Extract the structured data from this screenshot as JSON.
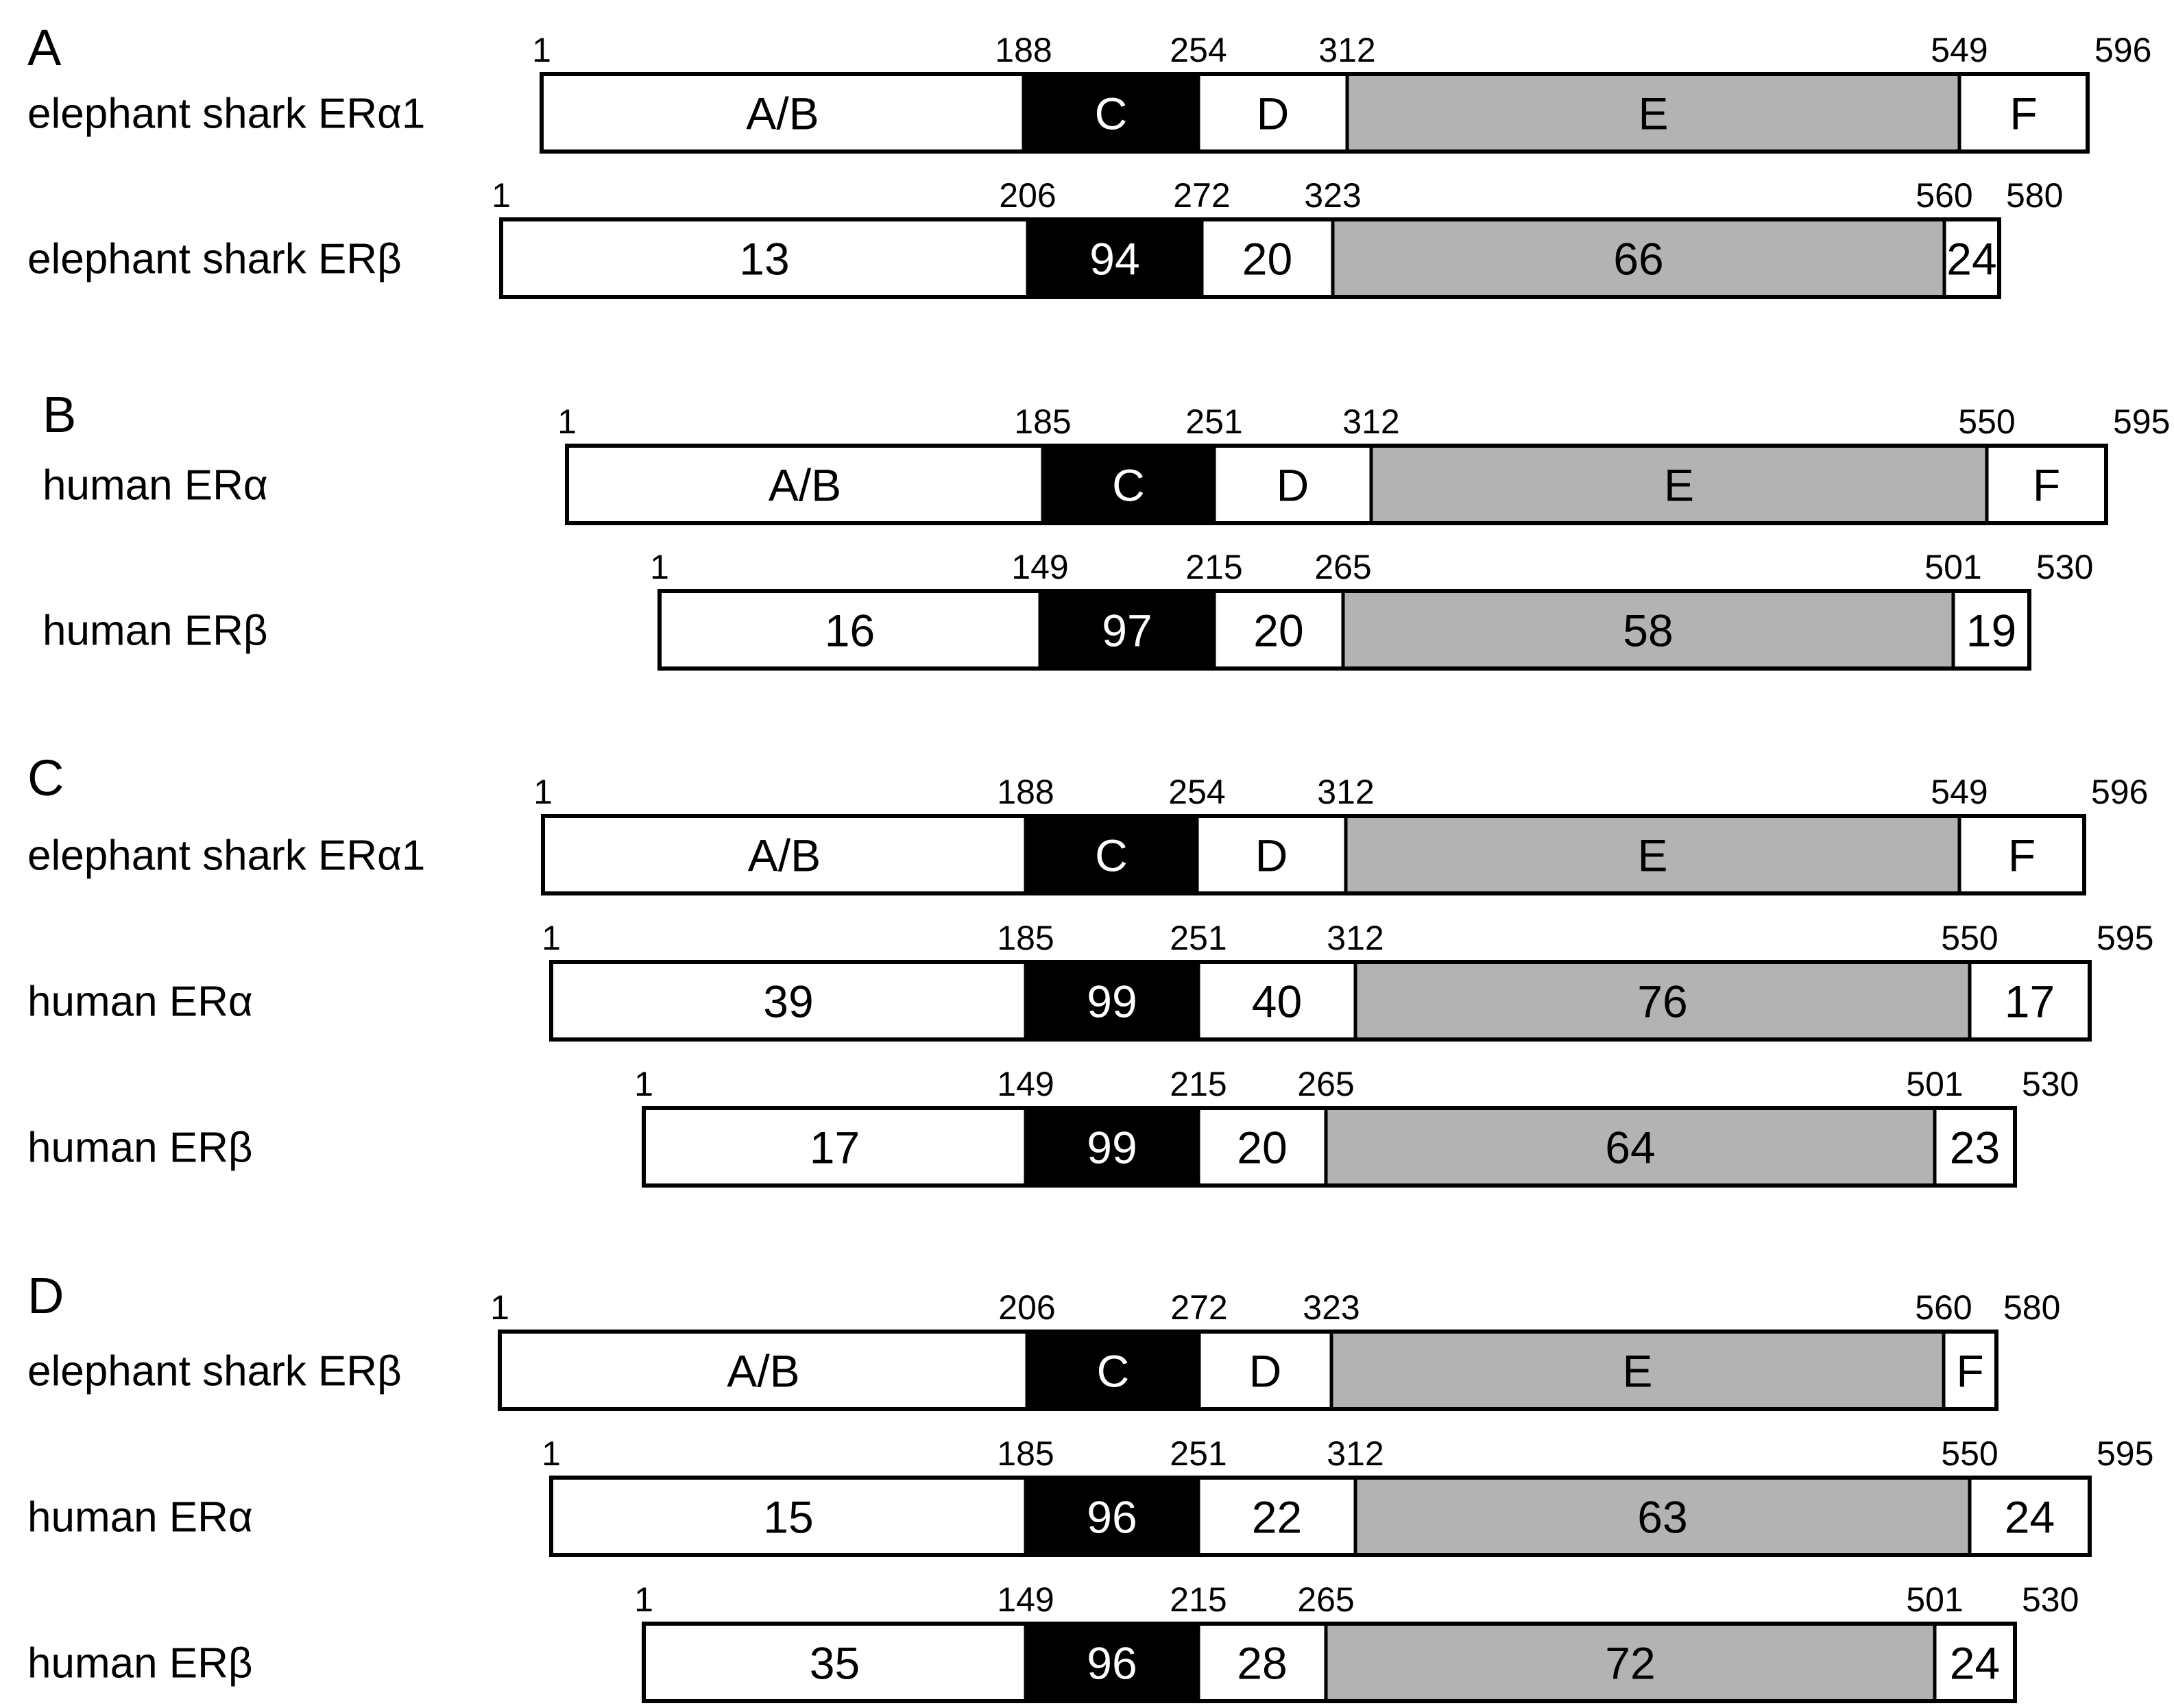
{
  "palette": {
    "plain": "#ffffff",
    "dbd": "#000000",
    "lbd": "#b3b3b3",
    "outline": "#000000"
  },
  "panels": [
    {
      "letter": "A",
      "rows": [
        {
          "label": "elephant shark ERα1",
          "positions": [
            "1",
            "188",
            "254",
            "312",
            "549",
            "596"
          ],
          "segments": [
            "A/B",
            "C",
            "D",
            "E",
            "F"
          ]
        },
        {
          "label": "elephant shark ERβ",
          "positions": [
            "1",
            "206",
            "272",
            "323",
            "560",
            "580"
          ],
          "segments": [
            "13",
            "94",
            "20",
            "66",
            "24"
          ]
        }
      ]
    },
    {
      "letter": "B",
      "rows": [
        {
          "label": "human ERα",
          "positions": [
            "1",
            "185",
            "251",
            "312",
            "550",
            "595"
          ],
          "segments": [
            "A/B",
            "C",
            "D",
            "E",
            "F"
          ]
        },
        {
          "label": "human ERβ",
          "positions": [
            "1",
            "149",
            "215",
            "265",
            "501",
            "530"
          ],
          "segments": [
            "16",
            "97",
            "20",
            "58",
            "19"
          ]
        }
      ]
    },
    {
      "letter": "C",
      "rows": [
        {
          "label": "elephant shark ERα1",
          "positions": [
            "1",
            "188",
            "254",
            "312",
            "549",
            "596"
          ],
          "segments": [
            "A/B",
            "C",
            "D",
            "E",
            "F"
          ]
        },
        {
          "label": "human ERα",
          "positions": [
            "1",
            "185",
            "251",
            "312",
            "550",
            "595"
          ],
          "segments": [
            "39",
            "99",
            "40",
            "76",
            "17"
          ]
        },
        {
          "label": "human ERβ",
          "positions": [
            "1",
            "149",
            "215",
            "265",
            "501",
            "530"
          ],
          "segments": [
            "17",
            "99",
            "20",
            "64",
            "23"
          ]
        }
      ]
    },
    {
      "letter": "D",
      "rows": [
        {
          "label": "elephant shark ERβ",
          "positions": [
            "1",
            "206",
            "272",
            "323",
            "560",
            "580"
          ],
          "segments": [
            "A/B",
            "C",
            "D",
            "E",
            "F"
          ]
        },
        {
          "label": "human ERα",
          "positions": [
            "1",
            "185",
            "251",
            "312",
            "550",
            "595"
          ],
          "segments": [
            "15",
            "96",
            "22",
            "63",
            "24"
          ]
        },
        {
          "label": "human ERβ",
          "positions": [
            "1",
            "149",
            "215",
            "265",
            "501",
            "530"
          ],
          "segments": [
            "35",
            "96",
            "28",
            "72",
            "24"
          ]
        }
      ]
    }
  ]
}
